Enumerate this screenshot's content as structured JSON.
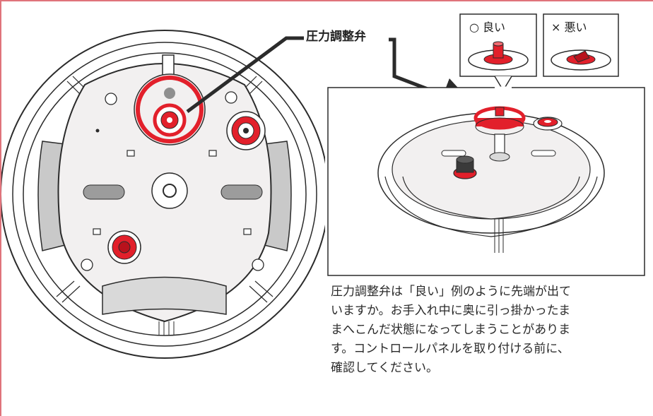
{
  "colors": {
    "accent_red": "#e2202b",
    "frame_border": "#e0737b",
    "line": "#2b2b2b",
    "gray_fill": "#bdbdbd",
    "plate_fill": "#f2f0f0"
  },
  "callout": {
    "label": "圧力調整弁"
  },
  "comparison": {
    "good": {
      "mark": "○",
      "label": "○ 良い"
    },
    "bad": {
      "mark": "×",
      "label": "× 悪い"
    }
  },
  "caption": {
    "lines": [
      "圧力調整弁は「良い」例のように先端が出て",
      "いますか。お手入れ中に奥に引っ掛かったま",
      "まへこんだ状態になってしまうことがありま",
      "す。コントロールパネルを取り付ける前に、",
      "確認してください。"
    ]
  },
  "icons": [
    "pressure-valve-icon",
    "screw-icon",
    "arrow-icon"
  ]
}
